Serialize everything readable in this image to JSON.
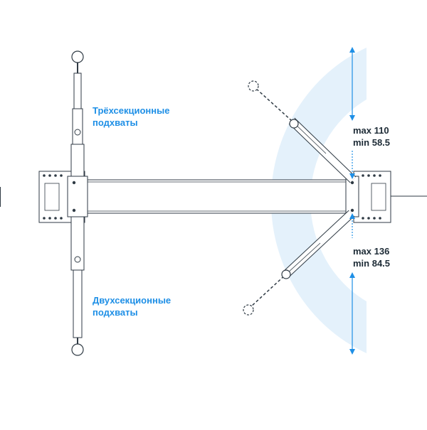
{
  "labels": {
    "three_section_line1": "Трёхсекционные",
    "three_section_line2": "подхваты",
    "two_section_line1": "Двухсекционные",
    "two_section_line2": "подхваты"
  },
  "dimensions": {
    "upper_max": "max 110",
    "upper_min": "min 58.5",
    "lower_max": "max 136",
    "lower_min": "min 84.5"
  },
  "colors": {
    "accent": "#1e8fe6",
    "sweep": "#e4f1fb",
    "line": "#2f3a44",
    "text_dark": "#1d2b36"
  }
}
